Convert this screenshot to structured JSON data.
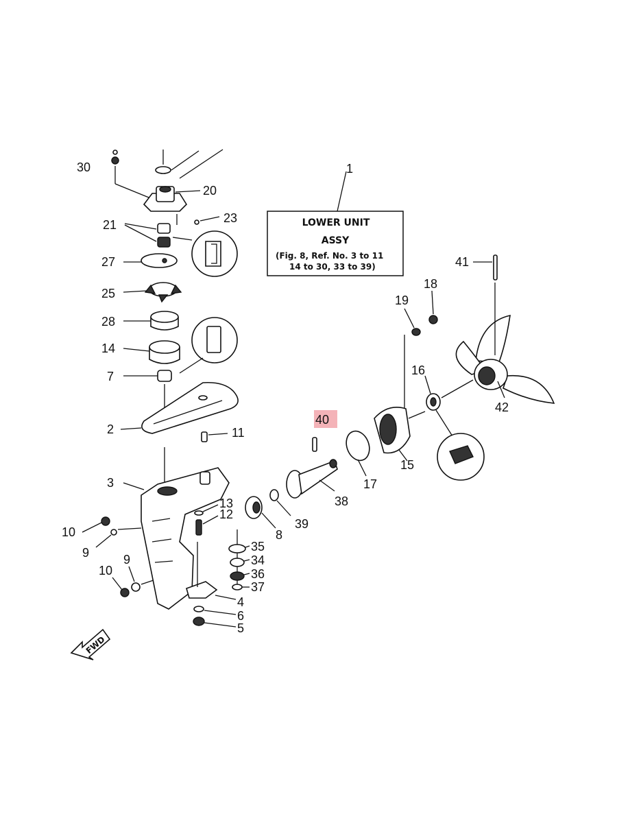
{
  "title_box": {
    "line1": "LOWER UNIT",
    "line2": "ASSY",
    "line3": "(Fig. 8, Ref. No. 3 to 11",
    "line4": "14 to 30, 33 to 39)"
  },
  "direction_label": "FWD",
  "highlighted_callout": "40",
  "callouts": {
    "c1": "1",
    "c2": "2",
    "c3": "3",
    "c4": "4",
    "c5": "5",
    "c6": "6",
    "c7": "7",
    "c8": "8",
    "c9a": "9",
    "c9b": "9",
    "c10a": "10",
    "c10b": "10",
    "c11": "11",
    "c12": "12",
    "c13": "13",
    "c14": "14",
    "c15": "15",
    "c16": "16",
    "c17": "17",
    "c18": "18",
    "c19": "19",
    "c20": "20",
    "c21": "21",
    "c23": "23",
    "c25": "25",
    "c27": "27",
    "c28": "28",
    "c30": "30",
    "c34": "34",
    "c35": "35",
    "c36": "36",
    "c37": "37",
    "c38": "38",
    "c39": "39",
    "c40": "40",
    "c41": "41",
    "c42": "42"
  }
}
